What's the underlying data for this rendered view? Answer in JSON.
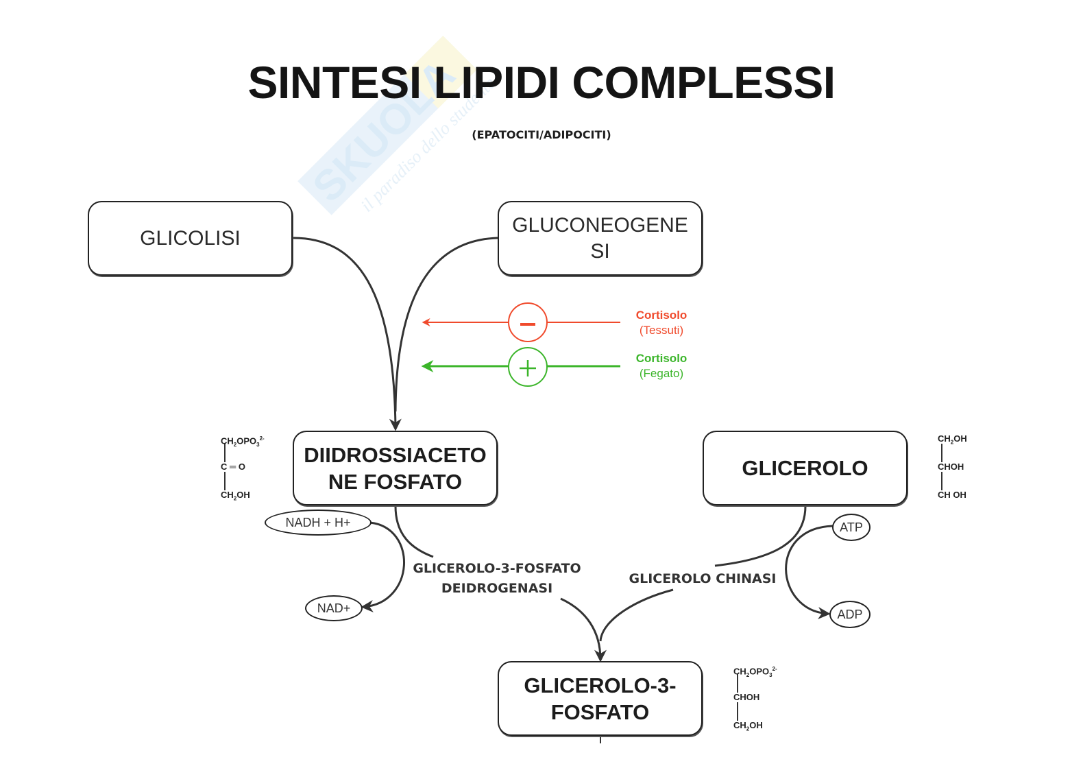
{
  "title": "SINTESI LIPIDI COMPLESSI",
  "subtitle": "(EPATOCITI/ADIPOCITI)",
  "watermark": {
    "brand": "SKUOLA.net",
    "tagline": "il paradiso dello studente"
  },
  "nodes": {
    "glicolisi": {
      "label": "GLICOLISI"
    },
    "gluconeogenesi": {
      "line1": "GLUCONEOGENE",
      "line2": "SI"
    },
    "dhap": {
      "line1": "DIIDROSSIACETO",
      "line2": "NE FOSFATO"
    },
    "glicerolo": {
      "label": "GLICEROLO"
    },
    "g3p": {
      "line1": "GLICEROLO-3-",
      "line2": "FOSFATO"
    }
  },
  "regulation": [
    {
      "sign": "−",
      "effect": "inhibition",
      "line1": "Cortisolo",
      "line2": "(Tessuti)",
      "color": "#f04a2c"
    },
    {
      "sign": "+",
      "effect": "activation",
      "line1": "Cortisolo",
      "line2": "(Fegato)",
      "color": "#3bb52a"
    }
  ],
  "enzymes": {
    "g3p_dehydrogenase": {
      "line1": "GLICEROLO-3-FOSFATO",
      "line2": "DEIDROGENASI"
    },
    "glycerol_kinase": {
      "label": "GLICEROLO CHINASI"
    }
  },
  "cofactors": {
    "nadh": "NADH + H+",
    "nad": "NAD+",
    "atp": "ATP",
    "adp": "ADP"
  },
  "formulas": {
    "dhap": [
      "CH2OPO3 2-",
      "C = O",
      "CH2OH"
    ],
    "glicerolo": [
      "CH2OH",
      "CHOH",
      "CH OH"
    ],
    "g3p": [
      "CH2OPO3 2-",
      "CHOH",
      "CH2OH"
    ]
  }
}
